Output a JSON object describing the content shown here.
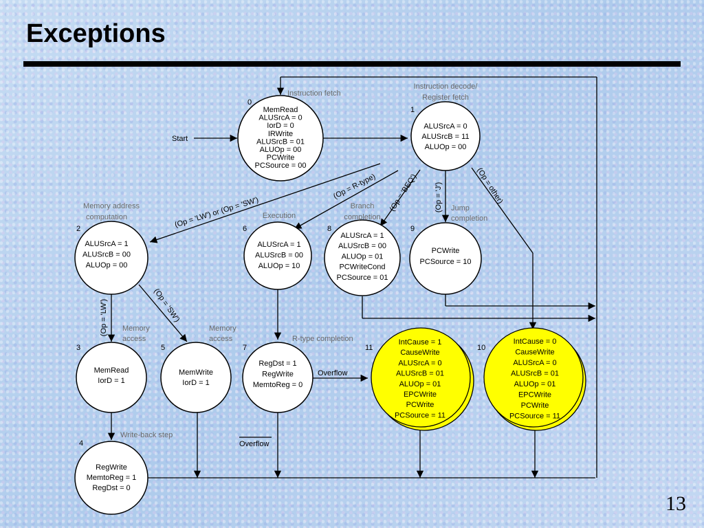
{
  "slide": {
    "title": "Exceptions",
    "page_number": "13"
  },
  "diagram": {
    "start_label": "Start",
    "section_labels": {
      "instruction_fetch": "Instruction fetch",
      "decode_line1": "Instruction decode/",
      "decode_line2": "Register fetch",
      "mem_addr_line1": "Memory address",
      "mem_addr_line2": "computation",
      "execution": "Execution",
      "branch_line1": "Branch",
      "branch_line2": "completion",
      "jump_line1": "Jump",
      "jump_line2": "completion",
      "mem_access_3_line1": "Memory",
      "mem_access_3_line2": "access",
      "mem_access_5_line1": "Memory",
      "mem_access_5_line2": "access",
      "rtype_completion": "R-type completion",
      "write_back": "Write-back step"
    },
    "states": {
      "s0": {
        "num": "0",
        "lines": [
          "MemRead",
          "ALUSrcA = 0",
          "IorD = 0",
          "IRWrite",
          "ALUSrcB = 01",
          "ALUOp = 00",
          "PCWrite",
          "PCSource = 00"
        ]
      },
      "s1": {
        "num": "1",
        "lines": [
          "ALUSrcA = 0",
          "ALUSrcB = 11",
          "ALUOp = 00"
        ]
      },
      "s2": {
        "num": "2",
        "lines": [
          "ALUSrcA = 1",
          "ALUSrcB = 00",
          "ALUOp = 00"
        ]
      },
      "s6": {
        "num": "6",
        "lines": [
          "ALUSrcA = 1",
          "ALUSrcB = 00",
          "ALUOp = 10"
        ]
      },
      "s8": {
        "num": "8",
        "lines": [
          "ALUSrcA = 1",
          "ALUSrcB = 00",
          "ALUOp = 01",
          "PCWriteCond",
          "PCSource = 01"
        ]
      },
      "s9": {
        "num": "9",
        "lines": [
          "PCWrite",
          "PCSource = 10"
        ]
      },
      "s3": {
        "num": "3",
        "lines": [
          "MemRead",
          "IorD = 1"
        ]
      },
      "s5": {
        "num": "5",
        "lines": [
          "MemWrite",
          "IorD = 1"
        ]
      },
      "s7": {
        "num": "7",
        "lines": [
          "RegDst = 1",
          "RegWrite",
          "MemtoReg = 0"
        ]
      },
      "s11": {
        "num": "11",
        "lines": [
          "IntCause = 1",
          "CauseWrite",
          "ALUSrcA = 0",
          "ALUSrcB = 01",
          "ALUOp = 01",
          "EPCWrite",
          "PCWrite",
          "PCSource = 11"
        ]
      },
      "s10": {
        "num": "10",
        "lines": [
          "IntCause = 0",
          "CauseWrite",
          "ALUSrcA = 0",
          "ALUSrcB = 01",
          "ALUOp = 01",
          "EPCWrite",
          "PCWrite",
          "PCSource = 11"
        ]
      },
      "s4": {
        "num": "4",
        "lines": [
          "RegWrite",
          "MemtoReg = 1",
          "RegDst = 0"
        ]
      }
    },
    "transitions": {
      "lw_or_sw": "(Op = 'LW') or (Op = 'SW')",
      "r_type": "(Op = R-type)",
      "beq": "(Op = 'BEQ')",
      "j": "(Op = 'J')",
      "other": "(Op = other)",
      "lw": "(Op = 'LW')",
      "sw": "(Op = 'SW')",
      "overflow": "Overflow",
      "not_overflow": "Overflow"
    },
    "colors": {
      "state_fill": "#ffffff",
      "exception_fill": "#ffff00",
      "label_gray": "#6b6b6b",
      "line": "#000000"
    }
  }
}
